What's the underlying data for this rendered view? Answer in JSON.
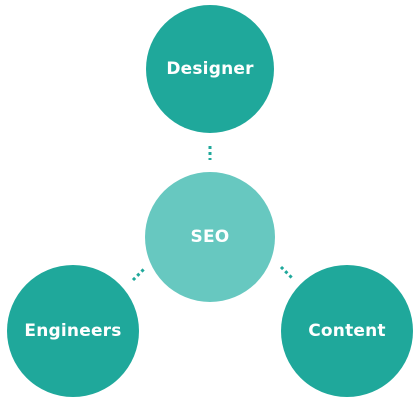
{
  "diagram": {
    "colors": {
      "outer": "#1fa89b",
      "center": "#67c8c0",
      "connector": "#1fa89b"
    },
    "nodes": {
      "designer": "Designer",
      "center": "SEO",
      "engineers": "Engineers",
      "content": "Content"
    }
  }
}
